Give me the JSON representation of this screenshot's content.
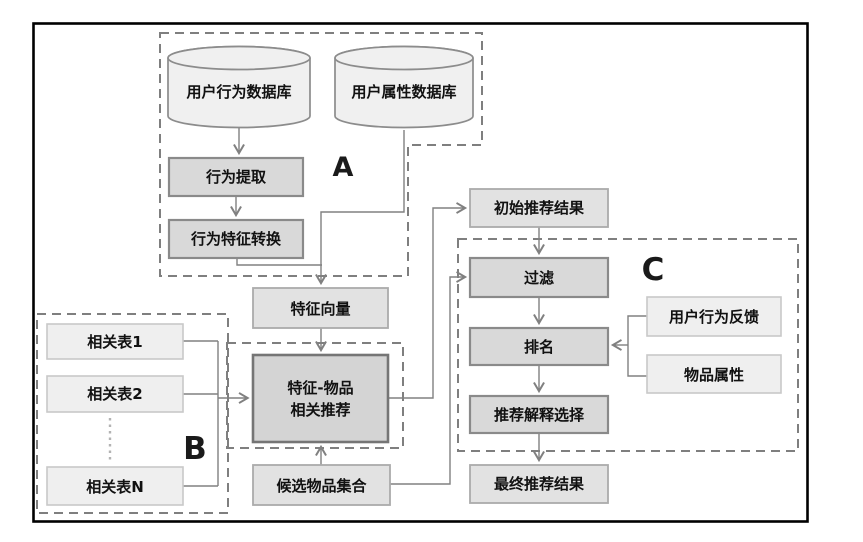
{
  "diagram": {
    "kind": "recommendation-system-flowchart",
    "sections": [
      {
        "id": "A",
        "label": "A"
      },
      {
        "id": "B",
        "label": "B"
      },
      {
        "id": "C",
        "label": "C"
      }
    ],
    "nodes": {
      "user_behavior_db": {
        "label": "用户行为数据库",
        "type": "database"
      },
      "user_attr_db": {
        "label": "用户属性数据库",
        "type": "database"
      },
      "behavior_extract": {
        "label": "行为提取",
        "type": "process"
      },
      "behavior_feature_transform": {
        "label": "行为特征转换",
        "type": "process"
      },
      "feature_vector": {
        "label": "特征向量",
        "type": "data"
      },
      "feature_item_recommend": {
        "label_line1": "特征-物品",
        "label_line2": "相关推荐",
        "type": "process"
      },
      "related_table_1": {
        "label": "相关表1",
        "type": "data"
      },
      "related_table_2": {
        "label": "相关表2",
        "type": "data"
      },
      "related_table_n": {
        "label": "相关表N",
        "type": "data"
      },
      "candidate_item_set": {
        "label": "候选物品集合",
        "type": "data"
      },
      "initial_result": {
        "label": "初始推荐结果",
        "type": "data"
      },
      "filter": {
        "label": "过滤",
        "type": "process"
      },
      "ranking": {
        "label": "排名",
        "type": "process"
      },
      "explanation_select": {
        "label": "推荐解释选择",
        "type": "process"
      },
      "final_result": {
        "label": "最终推荐结果",
        "type": "data"
      },
      "user_behavior_feedback": {
        "label": "用户行为反馈",
        "type": "data"
      },
      "item_attributes": {
        "label": "物品属性",
        "type": "data"
      }
    },
    "edges": [
      {
        "from": "user_behavior_db",
        "to": "behavior_extract"
      },
      {
        "from": "behavior_extract",
        "to": "behavior_feature_transform"
      },
      {
        "from": "behavior_feature_transform",
        "to": "feature_vector"
      },
      {
        "from": "user_attr_db",
        "to": "feature_vector"
      },
      {
        "from": "feature_vector",
        "to": "feature_item_recommend"
      },
      {
        "from": "related_table_1",
        "to": "feature_item_recommend"
      },
      {
        "from": "related_table_2",
        "to": "feature_item_recommend"
      },
      {
        "from": "related_table_n",
        "to": "feature_item_recommend"
      },
      {
        "from": "candidate_item_set",
        "to": "feature_item_recommend"
      },
      {
        "from": "feature_item_recommend",
        "to": "initial_result"
      },
      {
        "from": "initial_result",
        "to": "filter"
      },
      {
        "from": "candidate_item_set",
        "to": "filter"
      },
      {
        "from": "filter",
        "to": "ranking"
      },
      {
        "from": "ranking",
        "to": "explanation_select"
      },
      {
        "from": "explanation_select",
        "to": "final_result"
      },
      {
        "from": "user_behavior_feedback",
        "to": "ranking"
      },
      {
        "from": "item_attributes",
        "to": "ranking"
      }
    ],
    "colors": {
      "frame_border": "#000000",
      "dashed_boundary": "#7f7f7f",
      "connector": "#808080",
      "process_fill": "#d9d9d9",
      "process_strong_fill": "#d4d4d4",
      "light_fill": "#e2e2e2",
      "xlight_fill": "#efefef",
      "cylinder_fill": "#f0f0f0",
      "text": "#111111"
    }
  }
}
